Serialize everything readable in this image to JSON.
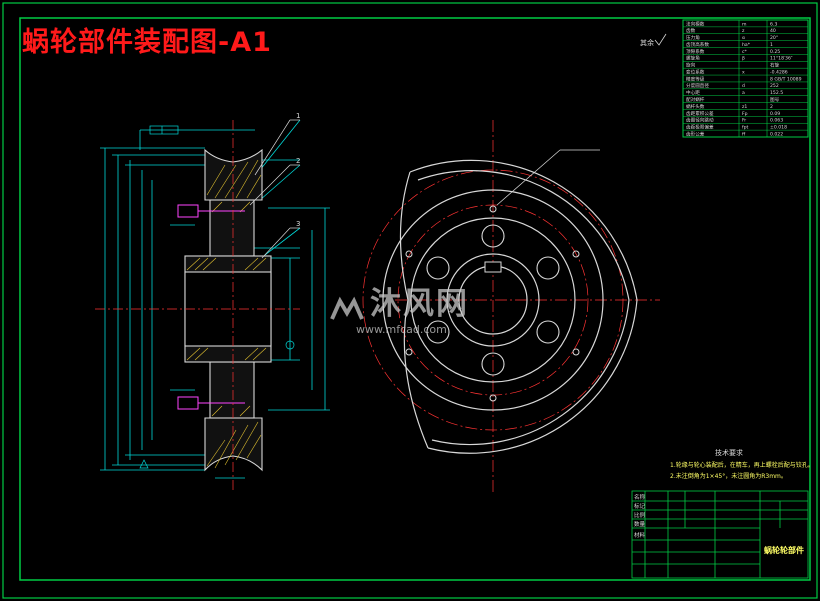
{
  "title": "蜗轮部件装配图-A1",
  "watermark": {
    "name": "沐风网",
    "site": "www.mfcad.com"
  },
  "view_labels": {
    "part1": "1",
    "part2": "2",
    "part3": "3",
    "other": "其余"
  },
  "tech_requirements": {
    "title": "技术要求",
    "items": [
      "1.轮缘与轮心装配后，在精车，再上螺栓后配与铰孔。",
      "2.未注倒角为1×45°，未注圆角为R3mm。"
    ]
  },
  "title_block": {
    "drawing_name": "蜗轮轮部件",
    "rows": [
      "名称",
      "标记",
      "比例",
      "数量",
      "材料"
    ]
  },
  "param_table": {
    "rows": [
      [
        "法向模数",
        "m",
        "6.3"
      ],
      [
        "齿数",
        "z",
        "40"
      ],
      [
        "压力角",
        "α",
        "20°"
      ],
      [
        "齿顶高系数",
        "ha*",
        "1"
      ],
      [
        "顶隙系数",
        "c*",
        "0.25"
      ],
      [
        "螺旋角",
        "β",
        "11°18′36″"
      ],
      [
        "旋向",
        "",
        "右旋"
      ],
      [
        "变位系数",
        "x",
        "-0.4286"
      ],
      [
        "精度等级",
        "",
        "8 GB/T 10089"
      ],
      [
        "分度圆直径",
        "d",
        "252"
      ],
      [
        "中心距",
        "a",
        "152.5"
      ],
      [
        "配对蜗杆",
        "",
        "图号"
      ],
      [
        "蜗杆头数",
        "z1",
        "2"
      ],
      [
        "齿距累积公差",
        "Fp",
        "0.09"
      ],
      [
        "齿圈径向跳动",
        "Fr",
        "0.063"
      ],
      [
        "齿距极限偏差",
        "fpt",
        "±0.018"
      ],
      [
        "齿形公差",
        "ff",
        "0.022"
      ]
    ]
  },
  "colors": {
    "background": "#000000",
    "frame": "#00cc44",
    "section": "#d8d8d8",
    "dimension": "#00d8d8",
    "centerline": "#ff3333",
    "hatch": "#e0c030",
    "bolt": "#ff44ff",
    "title": "#ff1a1a"
  }
}
